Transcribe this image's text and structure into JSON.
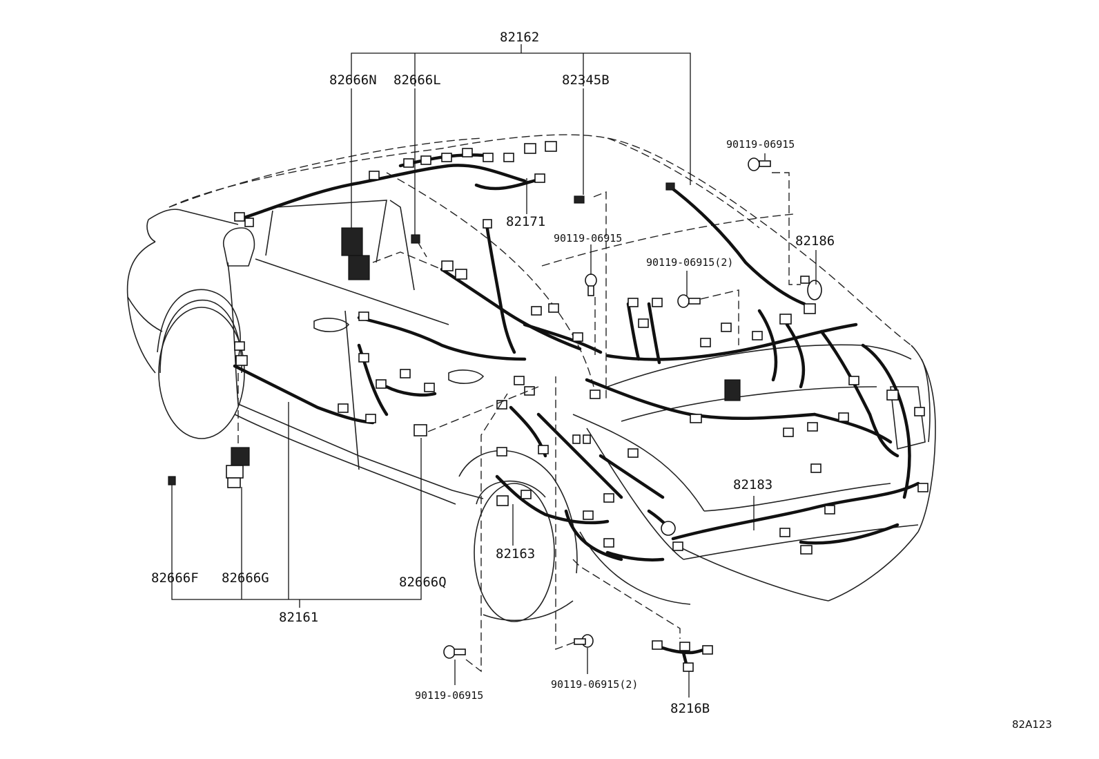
{
  "diagram": {
    "reference_code": "82A123",
    "parts": {
      "p82162": "82162",
      "p82666N": "82666N",
      "p82666L": "82666L",
      "p82345B": "82345B",
      "p90119_06915_top": "90119-06915",
      "p82171": "82171",
      "p90119_06915_mid": "90119-06915",
      "p82186": "82186",
      "p90119_06915_2_mid": "90119-06915(2)",
      "p82183": "82183",
      "p82163": "82163",
      "p82666F": "82666F",
      "p82666G": "82666G",
      "p82666Q": "82666Q",
      "p82161": "82161",
      "p90119_06915_bot": "90119-06915",
      "p90119_06915_2_bot": "90119-06915(2)",
      "p8216B": "8216B"
    }
  }
}
